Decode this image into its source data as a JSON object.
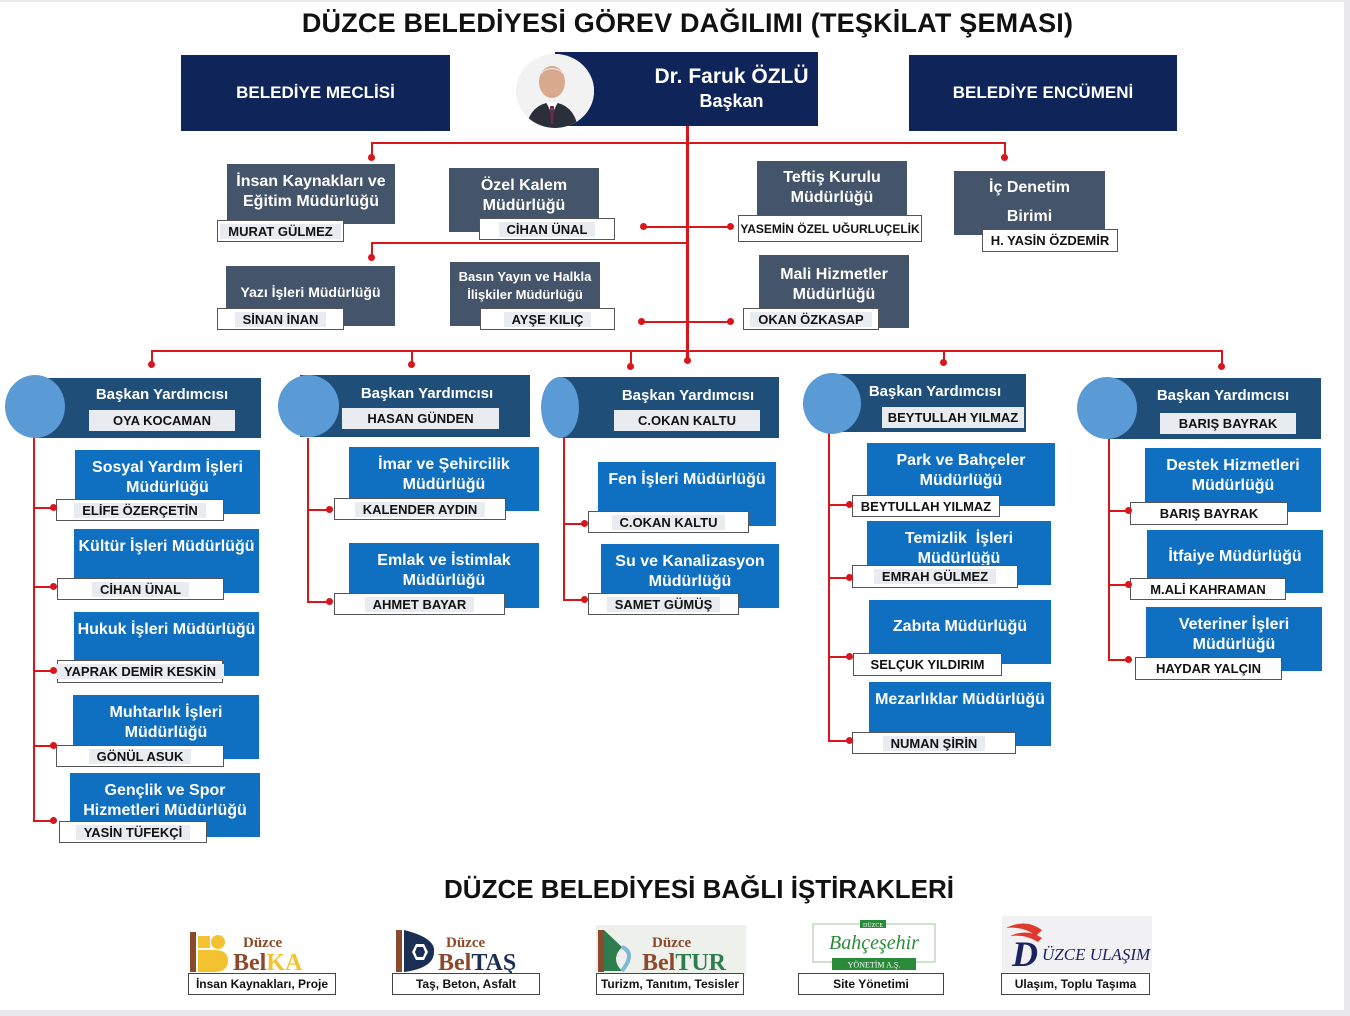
{
  "title": "DÜZCE BELEDİYESİ GÖREV DAĞILIMI (TEŞKİLAT ŞEMASI)",
  "top": {
    "left_box": "BELEDİYE MECLİSİ",
    "right_box": "BELEDİYE ENCÜMENİ",
    "mayor": {
      "name": "Dr. Faruk ÖZLÜ",
      "role": "Başkan"
    }
  },
  "staff_units": [
    {
      "unit": "İnsan Kaynakları ve Eğitim Müdürlüğü",
      "head": "MURAT GÜLMEZ"
    },
    {
      "unit": "Özel Kalem Müdürlüğü",
      "head": "CİHAN ÜNAL"
    },
    {
      "unit": "Teftiş Kurulu Müdürlüğü",
      "head": "YASEMİN ÖZEL UĞURLUÇELİK"
    },
    {
      "unit_line1": "İç Denetim",
      "unit_line2": "Birimi",
      "head": "H. YASİN ÖZDEMİR"
    },
    {
      "unit": "Yazı İşleri Müdürlüğü",
      "head": "SİNAN İNAN"
    },
    {
      "unit": "Basın Yayın ve Halkla İlişkiler Müdürlüğü",
      "head": "AYŞE KILIÇ"
    },
    {
      "unit": "Mali Hizmetler Müdürlüğü",
      "head": "OKAN ÖZKASAP"
    }
  ],
  "deputies": [
    {
      "role": "Başkan Yardımcısı",
      "name": "OYA KOCAMAN",
      "units": [
        {
          "unit": "Sosyal Yardım İşleri Müdürlüğü",
          "head": "ELİFE ÖZERÇETİN"
        },
        {
          "unit": "Kültür İşleri Müdürlüğü",
          "head": "CİHAN ÜNAL"
        },
        {
          "unit": "Hukuk İşleri Müdürlüğü",
          "head": "YAPRAK DEMİR KESKİN"
        },
        {
          "unit": "Muhtarlık İşleri Müdürlüğü",
          "head": "GÖNÜL ASUK"
        },
        {
          "unit": "Gençlik ve Spor Hizmetleri Müdürlüğü",
          "head": "YASİN TÜFEKÇİ"
        }
      ]
    },
    {
      "role": "Başkan Yardımcısı",
      "name": "HASAN GÜNDEN",
      "units": [
        {
          "unit": "İmar ve Şehircilik Müdürlüğü",
          "head": "KALENDER AYDIN"
        },
        {
          "unit": "Emlak ve İstimlak Müdürlüğü",
          "head": "AHMET BAYAR"
        }
      ]
    },
    {
      "role": "Başkan Yardımcısı",
      "name": "C.OKAN KALTU",
      "units": [
        {
          "unit": "Fen İşleri Müdürlüğü",
          "head": "C.OKAN KALTU"
        },
        {
          "unit": "Su ve Kanalizasyon Müdürlüğü",
          "head": "SAMET GÜMÜŞ"
        }
      ]
    },
    {
      "role": "Başkan Yardımcısı",
      "name": "BEYTULLAH YILMAZ",
      "units": [
        {
          "unit": "Park ve Bahçeler Müdürlüğü",
          "head": "BEYTULLAH YILMAZ"
        },
        {
          "unit": "Temizlik  İşleri Müdürlüğü",
          "head": "EMRAH GÜLMEZ"
        },
        {
          "unit": "Zabıta Müdürlüğü",
          "head": "SELÇUK YILDIRIM"
        },
        {
          "unit": "Mezarlıklar Müdürlüğü",
          "head": "NUMAN ŞİRİN"
        }
      ]
    },
    {
      "role": "Başkan Yardımcısı",
      "name": "BARIŞ BAYRAK",
      "units": [
        {
          "unit": "Destek Hizmetleri Müdürlüğü",
          "head": "BARIŞ BAYRAK"
        },
        {
          "unit": "İtfaiye Müdürlüğü",
          "head": "M.ALİ KAHRAMAN"
        },
        {
          "unit": "Veteriner İşleri Müdürlüğü",
          "head": "HAYDAR YALÇIN"
        }
      ]
    }
  ],
  "affiliates": {
    "title": "DÜZCE BELEDİYESİ BAĞLI İŞTİRAKLERİ",
    "items": [
      {
        "brand_top": "Düzce",
        "brand_a": "Bel",
        "brand_b": "KA",
        "caption": "İnsan Kaynakları, Proje"
      },
      {
        "brand_top": "Düzce",
        "brand_a": "Bel",
        "brand_b": "TAŞ",
        "caption": "Taş, Beton, Asfalt"
      },
      {
        "brand_top": "Düzce",
        "brand_a": "Bel",
        "brand_b": "TUR",
        "caption": "Turizm, Tanıtım, Tesisler"
      },
      {
        "brand_top": "DÜZCE",
        "brand_a": "Bahçeşehir",
        "brand_b": "YÖNETİM A.Ş.",
        "caption": "Site Yönetimi"
      },
      {
        "brand_top": "D",
        "brand_a": "ÜZCE ULAŞIM",
        "brand_b": "",
        "caption": "Ulaşım, Toplu Taşıma"
      }
    ]
  },
  "colors": {
    "navy": "#0f2559",
    "slate": "#44546a",
    "blue": "#0f6fc0",
    "deputy": "#1f4e79",
    "connector": "#d9161c"
  }
}
